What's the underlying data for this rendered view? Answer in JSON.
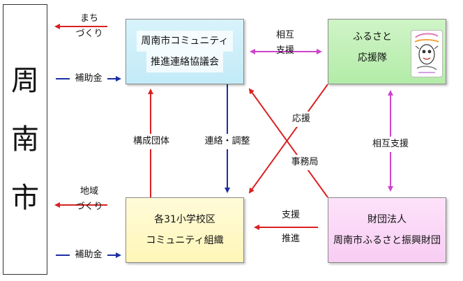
{
  "city": {
    "chars": [
      "周",
      "南",
      "市"
    ]
  },
  "nodes": {
    "council": {
      "line1": "周南市コミュニティ",
      "line2": "推進連絡協議会"
    },
    "schools": {
      "line1": "各31小学校区",
      "line2": "コミュニティ組織"
    },
    "support": {
      "line1": "ふるさと",
      "line2": "応援隊"
    },
    "foundation": {
      "line1": "財団法人",
      "line2": "周南市ふるさと振興財団"
    }
  },
  "labels": {
    "machizukuri": {
      "line1": "まち",
      "line2": "づくり"
    },
    "subsidy_top": "補助金",
    "chiikizukuri": {
      "line1": "地域",
      "line2": "づくり"
    },
    "subsidy_bottom": "補助金",
    "mutual_top": {
      "line1": "相互",
      "line2": "支援"
    },
    "member_groups": "構成団体",
    "liaison": "連絡・調整",
    "ouen": "応援",
    "secretariat": "事務局",
    "mutual_right": "相互支援",
    "support_promote": {
      "line1": "支援",
      "line2": "推進"
    }
  },
  "colors": {
    "red_arrow": "#d92121",
    "blue_arrow": "#1c2ea3",
    "magenta_arrow": "#cc44cc"
  },
  "icons": {
    "mascot": "mascot-illustration-icon"
  }
}
